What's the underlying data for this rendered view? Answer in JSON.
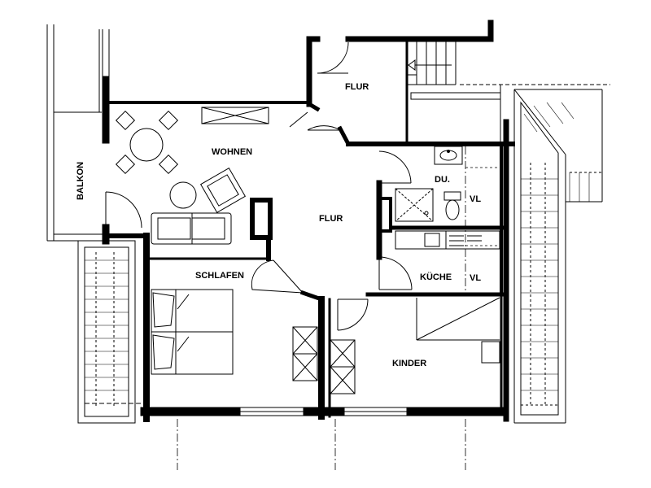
{
  "rooms": {
    "flur_top": "FLUR",
    "wohnen": "WOHNEN",
    "flur_main": "FLUR",
    "balkon": "BALKON",
    "du": "DU.",
    "vl_1": "VL",
    "vl_2": "VL",
    "schlafen": "SCHLAFEN",
    "kueche": "KÜCHE",
    "kinder": "KINDER"
  },
  "colors": {
    "wall": "#000000",
    "line": "#000000",
    "background": "#ffffff"
  }
}
